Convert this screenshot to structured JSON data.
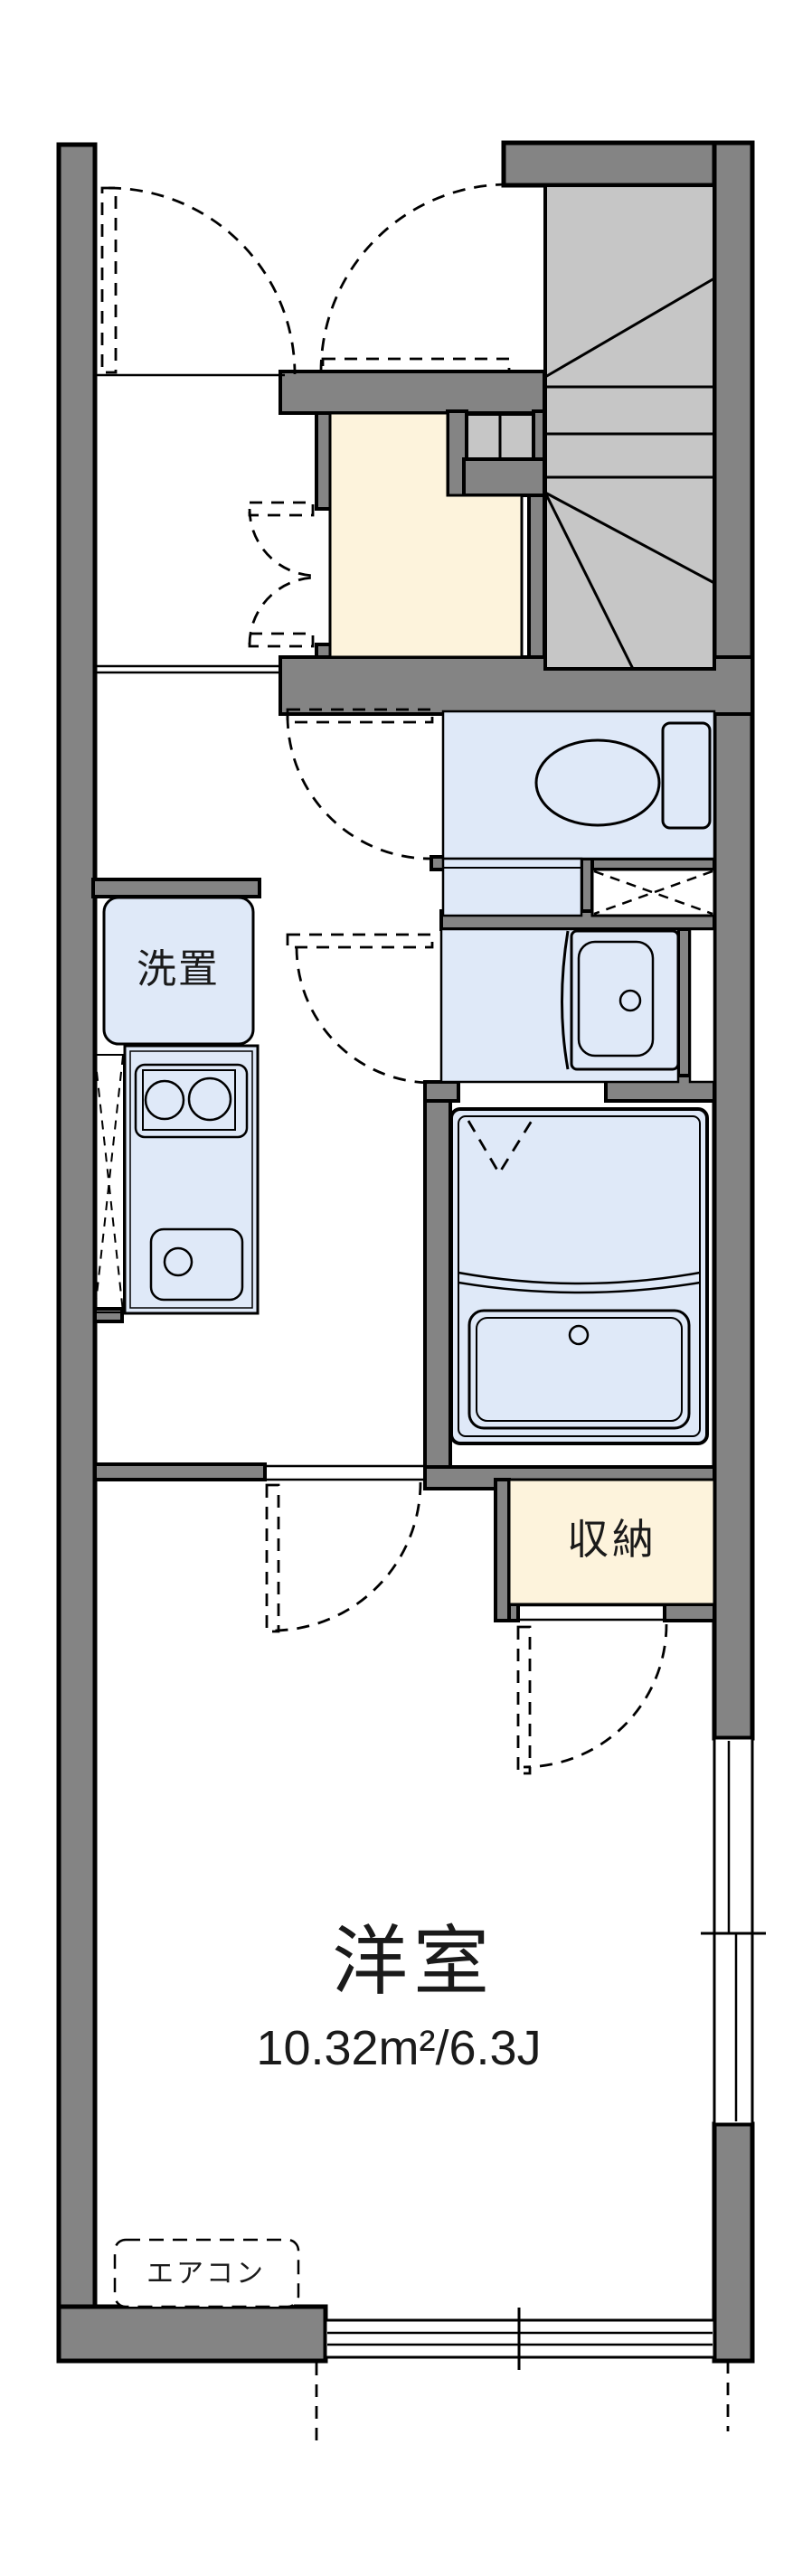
{
  "diagram": {
    "type": "floorplan",
    "kind": "japanese-apartment-room-layout"
  },
  "labels": {
    "washer": "洗置",
    "storage": "収納",
    "room": "洋室",
    "room_area": "10.32m²/6.3J",
    "aircon": "エアコン"
  },
  "rooms": [
    {
      "name": "western-room",
      "label": "洋室",
      "area": "10.32m²/6.3J"
    },
    {
      "name": "entrance-hall",
      "label": ""
    },
    {
      "name": "storage-closet",
      "label": "収納"
    },
    {
      "name": "washer-space",
      "label": "洗置"
    },
    {
      "name": "toilet-room",
      "label": ""
    },
    {
      "name": "washroom",
      "label": ""
    },
    {
      "name": "bathroom",
      "label": ""
    },
    {
      "name": "staircase",
      "label": ""
    }
  ],
  "fixtures": [
    "staircase-winder-treads",
    "toilet-bowl-and-tank",
    "pipe-space-x-box",
    "vanity-sink",
    "bathtub-unit",
    "kitchen-two-burner-stove",
    "kitchen-sink",
    "refrigerator-bay-dashed",
    "washing-machine-pan",
    "air-conditioner-dashed-box",
    "sliding-window-south",
    "sliding-window-east",
    "door-swing-arcs-dashed",
    "folding-closet-doors",
    "bath-folding-door"
  ],
  "colors": {
    "wall": "#848484",
    "stair": "#c6c6c6",
    "fixture_blue": "#dfe9f8",
    "cream": "#fdf3dc",
    "line": "#000000",
    "background": "#ffffff"
  }
}
